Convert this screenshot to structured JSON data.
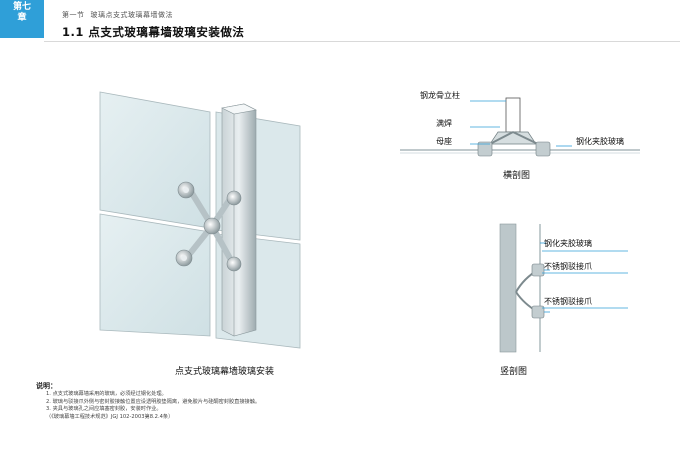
{
  "chapter": {
    "line1": "第七",
    "line2": "章"
  },
  "header": {
    "section": "第一节",
    "section_title": "玻璃点支式玻璃幕墙做法",
    "page_title": "1.1  点支式玻璃幕墙玻璃安装做法"
  },
  "main_figure": {
    "caption": "点支式玻璃幕墙玻璃安装"
  },
  "cross_section": {
    "caption": "横剖图",
    "labels": {
      "column": "钢龙骨立柱",
      "weld": "满焊",
      "base": "母座",
      "glass": "钢化夹胶玻璃"
    }
  },
  "vertical_section": {
    "caption": "竖剖图",
    "labels": {
      "glass": "钢化夹胶玻璃",
      "claw_top": "不锈钢驳接爪",
      "claw_bottom": "不锈钢驳接爪"
    }
  },
  "notes": {
    "heading": "说明：",
    "items": [
      "1. 点支式玻璃幕墙采用的玻璃，必须经过钢化处理。",
      "2. 玻璃与驳接爪外侧与密封胶接触位置应设透明胶垫隔离，避免胶片与硅酮密封胶直接接触。",
      "3. 夹具与玻璃孔之间应填塞密封胶，安装时作业。",
      "（《玻璃幕墙工程技术规范》JGJ 102-2003第8.2.4条）"
    ]
  },
  "colors": {
    "chapter_tab": "#2f9fd8",
    "leader_line": "#2f9fd8",
    "glass": "#d7e6ea",
    "steel": "#9aa9ad"
  }
}
